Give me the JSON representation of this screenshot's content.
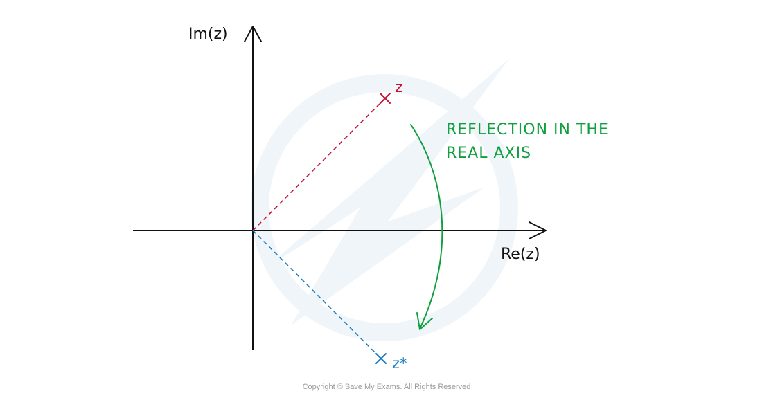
{
  "axes": {
    "imaginary_label": "Im(z)",
    "real_label": "Re(z)"
  },
  "points": {
    "z_label": "z",
    "z_conjugate_label": "z*"
  },
  "annotation": {
    "line1": "REFLECTION IN THE",
    "line2": "REAL AXIS"
  },
  "footer": {
    "copyright": "Copyright © Save My Exams. All Rights Reserved"
  },
  "colors": {
    "axis": "#111111",
    "z": "#c8102e",
    "z_conjugate": "#1a7bbf",
    "annotation": "#0e9f3e",
    "watermark": "#e7f1f7",
    "copyright": "#9a9a9a"
  },
  "icons": {
    "watermark": "save-my-exams-logo-watermark"
  }
}
